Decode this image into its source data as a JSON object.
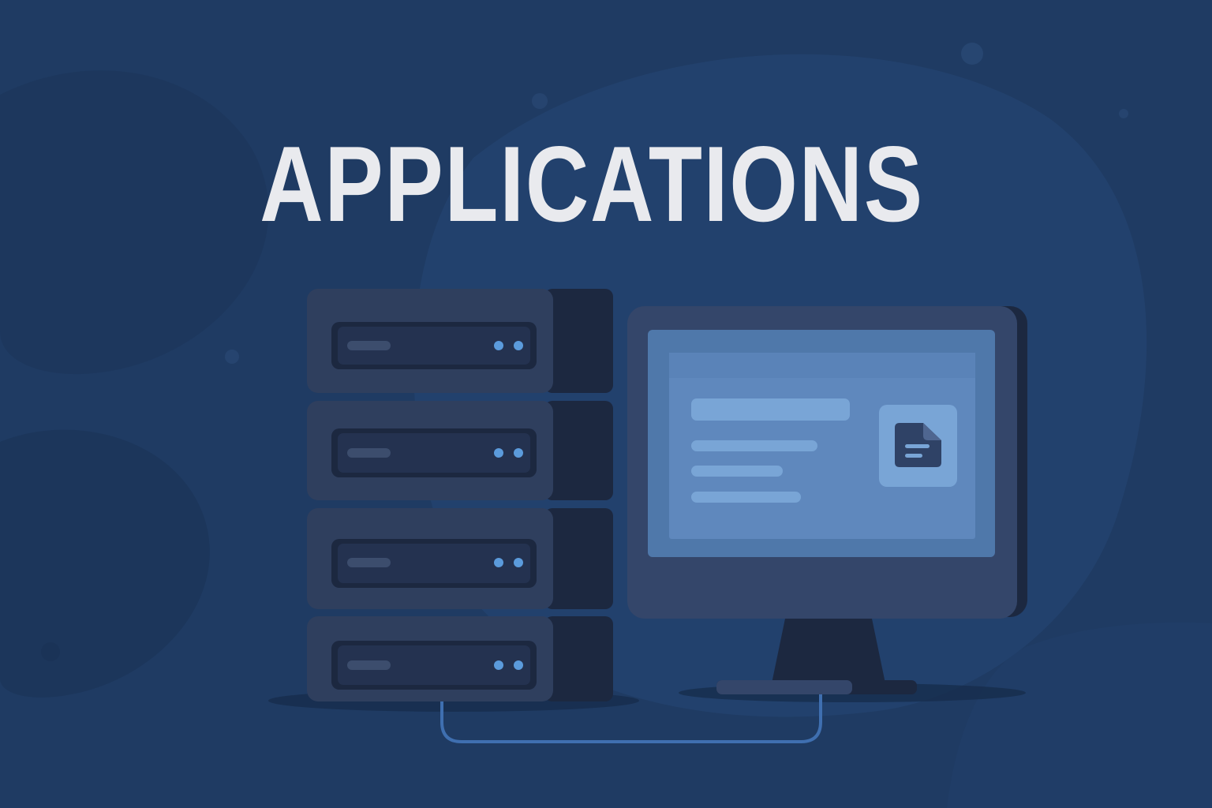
{
  "heading": {
    "title": "APPLICATIONS"
  },
  "colors": {
    "background": "#1f3b63",
    "title_text": "#e9eaee",
    "server_body": "#2f3f5e",
    "server_dark": "#1c2840",
    "led": "#5b9bdc",
    "screen": "#4f78aa",
    "screen_panel": "#5f88bd",
    "cable": "#3f6fb0"
  },
  "icons": {
    "server_rack": "server-stack-icon",
    "monitor": "desktop-monitor-icon",
    "document": "document-icon"
  },
  "server_units": [
    "unit-1",
    "unit-2",
    "unit-3",
    "unit-4"
  ]
}
